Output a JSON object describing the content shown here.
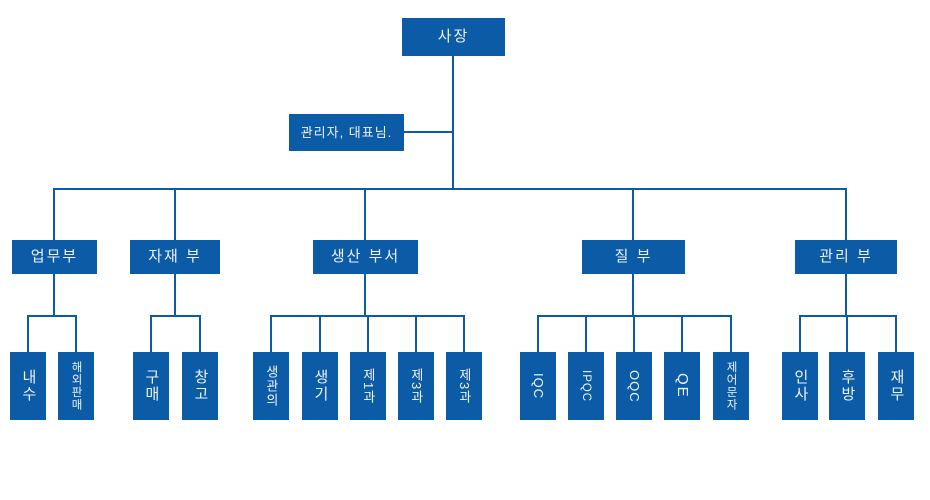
{
  "colors": {
    "node_fill": "#0b5ba7",
    "connector": "#0b5ba7",
    "text": "#eef3f8",
    "background": "#ffffff"
  },
  "chart": {
    "type": "org-chart",
    "root": {
      "label": "사장"
    },
    "assistant": {
      "label": "관리자, 대표님."
    },
    "departments": [
      {
        "label": "업무부",
        "children": [
          "내수",
          "해외판매"
        ]
      },
      {
        "label": "자재 부",
        "children": [
          "구매",
          "창고"
        ]
      },
      {
        "label": "생산 부서",
        "children": [
          "생관의",
          "생기",
          "제1과",
          "제3과",
          "제3과"
        ]
      },
      {
        "label": "질 부",
        "children": [
          "IQC",
          "IPQC",
          "OQC",
          "QE",
          "제어문자"
        ]
      },
      {
        "label": "관리 부",
        "children": [
          "인사",
          "후방",
          "재무"
        ]
      }
    ]
  }
}
